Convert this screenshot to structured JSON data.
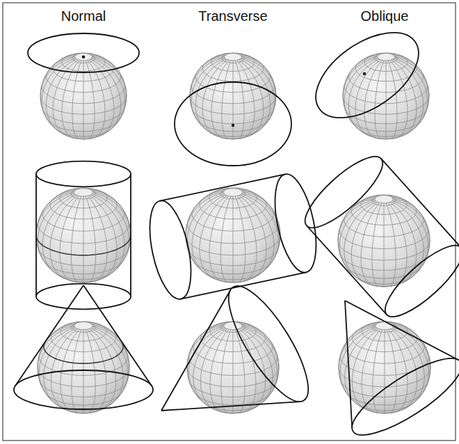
{
  "diagram": {
    "labels": [
      "Normal",
      "Transverse",
      "Oblique"
    ]
  }
}
